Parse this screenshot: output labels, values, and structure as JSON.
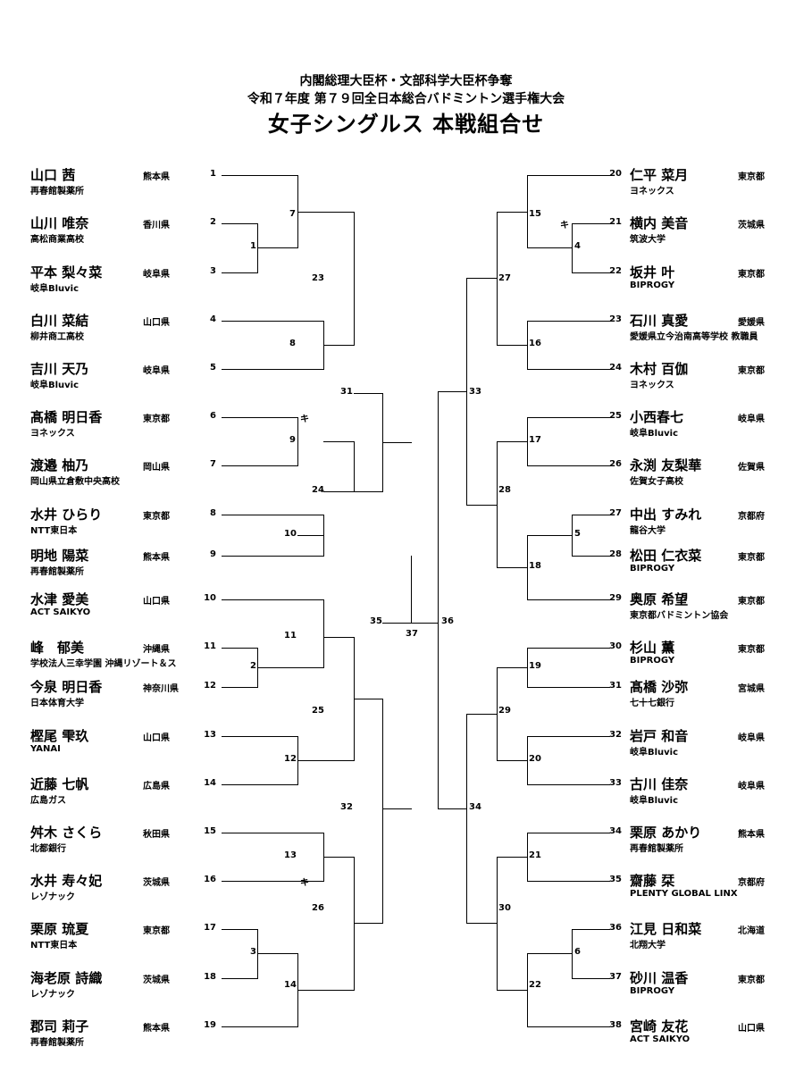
{
  "header": {
    "line1": "内閣総理大臣杯・文部科学大臣杯争奪",
    "line2": "令和７年度 第７９回全日本総合バドミントン選手権大会",
    "title": "女子シングルス 本戦組合せ"
  },
  "left_players": [
    {
      "seed": "1",
      "name": "山口 茜",
      "affiliation": "再春館製薬所",
      "prefecture": "熊本県"
    },
    {
      "seed": "2",
      "name": "山川 唯奈",
      "affiliation": "高松商業高校",
      "prefecture": "香川県"
    },
    {
      "seed": "3",
      "name": "平本 梨々菜",
      "affiliation": "岐阜Bluvic",
      "prefecture": "岐阜県"
    },
    {
      "seed": "4",
      "name": "白川 菜結",
      "affiliation": "柳井商工高校",
      "prefecture": "山口県"
    },
    {
      "seed": "5",
      "name": "吉川 天乃",
      "affiliation": "岐阜Bluvic",
      "prefecture": "岐阜県"
    },
    {
      "seed": "6",
      "name": "髙橋 明日香",
      "affiliation": "ヨネックス",
      "prefecture": "東京都"
    },
    {
      "seed": "7",
      "name": "渡邉 柚乃",
      "affiliation": "岡山県立倉敷中央高校",
      "prefecture": "岡山県"
    },
    {
      "seed": "8",
      "name": "水井 ひらり",
      "affiliation": "NTT東日本",
      "prefecture": "東京都"
    },
    {
      "seed": "9",
      "name": "明地 陽菜",
      "affiliation": "再春館製薬所",
      "prefecture": "熊本県"
    },
    {
      "seed": "10",
      "name": "水津 愛美",
      "affiliation": "ACT SAIKYO",
      "prefecture": "山口県"
    },
    {
      "seed": "11",
      "name": "峰　郁美",
      "affiliation": "学校法人三幸学園 沖縄リゾート＆ス",
      "prefecture": "沖縄県"
    },
    {
      "seed": "12",
      "name": "今泉 明日香",
      "affiliation": "日本体育大学",
      "prefecture": "神奈川県"
    },
    {
      "seed": "13",
      "name": "樫尾 雫玖",
      "affiliation": "YANAI",
      "prefecture": "山口県"
    },
    {
      "seed": "14",
      "name": "近藤 七帆",
      "affiliation": "広島ガス",
      "prefecture": "広島県"
    },
    {
      "seed": "15",
      "name": "舛木 さくら",
      "affiliation": "北都銀行",
      "prefecture": "秋田県"
    },
    {
      "seed": "16",
      "name": "水井 寿々妃",
      "affiliation": "レゾナック",
      "prefecture": "茨城県"
    },
    {
      "seed": "17",
      "name": "栗原 琉夏",
      "affiliation": "NTT東日本",
      "prefecture": "東京都"
    },
    {
      "seed": "18",
      "name": "海老原 詩織",
      "affiliation": "レゾナック",
      "prefecture": "茨城県"
    },
    {
      "seed": "19",
      "name": "郡司 莉子",
      "affiliation": "再春館製薬所",
      "prefecture": "熊本県"
    }
  ],
  "right_players": [
    {
      "seed": "20",
      "name": "仁平 菜月",
      "affiliation": "ヨネックス",
      "prefecture": "東京都"
    },
    {
      "seed": "21",
      "name": "横内 美音",
      "affiliation": "筑波大学",
      "prefecture": "茨城県"
    },
    {
      "seed": "22",
      "name": "坂井 叶",
      "affiliation": "BIPROGY",
      "prefecture": "東京都"
    },
    {
      "seed": "23",
      "name": "石川 真愛",
      "affiliation": "愛媛県立今治南高等学校 教職員",
      "prefecture": "愛媛県"
    },
    {
      "seed": "24",
      "name": "木村 百伽",
      "affiliation": "ヨネックス",
      "prefecture": "東京都"
    },
    {
      "seed": "25",
      "name": "小西春七",
      "affiliation": "岐阜Bluvic",
      "prefecture": "岐阜県"
    },
    {
      "seed": "26",
      "name": "永渕 友梨華",
      "affiliation": "佐賀女子高校",
      "prefecture": "佐賀県"
    },
    {
      "seed": "27",
      "name": "中出 すみれ",
      "affiliation": "龍谷大学",
      "prefecture": "京都府"
    },
    {
      "seed": "28",
      "name": "松田 仁衣菜",
      "affiliation": "BIPROGY",
      "prefecture": "東京都"
    },
    {
      "seed": "29",
      "name": "奥原 希望",
      "affiliation": "東京都バドミントン協会",
      "prefecture": "東京都"
    },
    {
      "seed": "30",
      "name": "杉山 薫",
      "affiliation": "BIPROGY",
      "prefecture": "東京都"
    },
    {
      "seed": "31",
      "name": "髙橋 沙弥",
      "affiliation": "七十七銀行",
      "prefecture": "宮城県"
    },
    {
      "seed": "32",
      "name": "岩戸 和音",
      "affiliation": "岐阜Bluvic",
      "prefecture": "岐阜県"
    },
    {
      "seed": "33",
      "name": "古川 佳奈",
      "affiliation": "岐阜Bluvic",
      "prefecture": "岐阜県"
    },
    {
      "seed": "34",
      "name": "栗原 あかり",
      "affiliation": "再春館製薬所",
      "prefecture": "熊本県"
    },
    {
      "seed": "35",
      "name": "齋藤 栞",
      "affiliation": "PLENTY GLOBAL LINX",
      "prefecture": "京都府"
    },
    {
      "seed": "36",
      "name": "江見 日和菜",
      "affiliation": "北翔大学",
      "prefecture": "北海道"
    },
    {
      "seed": "37",
      "name": "砂川 温香",
      "affiliation": "BIPROGY",
      "prefecture": "東京都"
    },
    {
      "seed": "38",
      "name": "宮崎 友花",
      "affiliation": "ACT SAIKYO",
      "prefecture": "山口県"
    }
  ],
  "matches": {
    "m1": "1",
    "m2": "2",
    "m3": "3",
    "m4": "4",
    "m5": "5",
    "m6": "6",
    "m7": "7",
    "m8": "8",
    "m9": "9",
    "m10": "10",
    "m11": "11",
    "m12": "12",
    "m13": "13",
    "m14": "14",
    "m15": "15",
    "m16": "16",
    "m17": "17",
    "m18": "18",
    "m19": "19",
    "m20": "20",
    "m21": "21",
    "m22": "22",
    "m23": "23",
    "m24": "24",
    "m25": "25",
    "m26": "26",
    "m27": "27",
    "m28": "28",
    "m29": "29",
    "m30": "30",
    "m31": "31",
    "m32": "32",
    "m33": "33",
    "m34": "34",
    "m35": "35",
    "m36": "36",
    "m37": "37"
  },
  "marks": {
    "k1": "キ",
    "k2": "キ",
    "k3": "キ"
  }
}
